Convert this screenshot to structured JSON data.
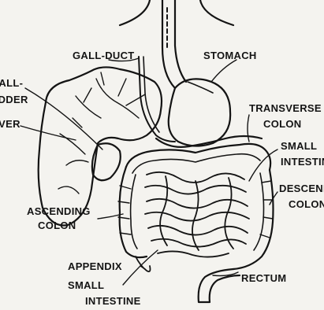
{
  "labels": {
    "gall_duct": "GALL-DUCT",
    "stomach": "STOMACH",
    "gall_bladder_1": "GALL-",
    "gall_bladder_2": "BLADDER",
    "liver": "LIVER",
    "transverse_1": "TRANSVERSE",
    "transverse_2": "COLON",
    "small_int_r1": "SMALL",
    "small_int_r2": "INTESTINE",
    "descending_1": "DESCENDING",
    "descending_2": "COLON",
    "ascending_1": "ASCENDING",
    "ascending_2": "COLON",
    "appendix": "APPENDIX",
    "small_int_b1": "SMALL",
    "small_int_b2": "INTESTINE",
    "rectum": "RECTUM"
  },
  "colors": {
    "ink": "#141414",
    "paper": "#f4f3ef"
  }
}
